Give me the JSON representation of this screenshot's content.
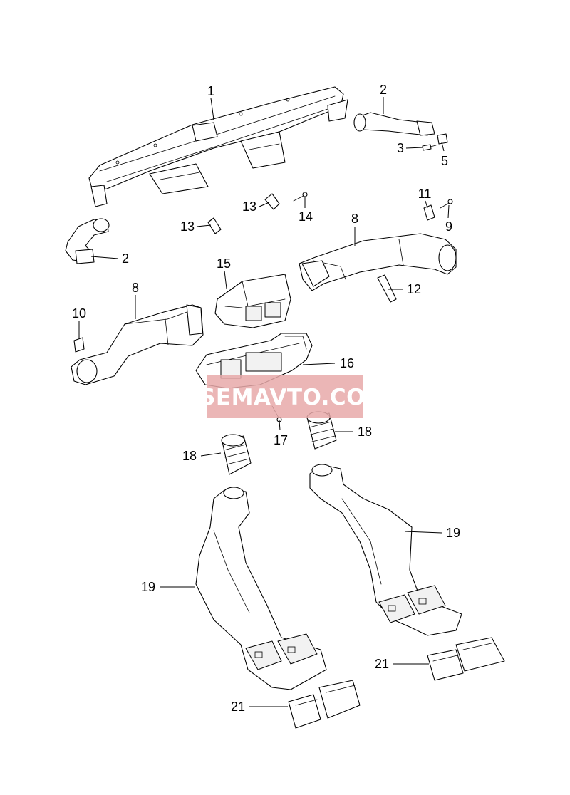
{
  "watermark": "VSEMAVTO.COM",
  "callouts": {
    "c1": "1",
    "c2a": "2",
    "c2b": "2",
    "c3": "3",
    "c5": "5",
    "c8a": "8",
    "c8b": "8",
    "c9": "9",
    "c10": "10",
    "c11": "11",
    "c12": "12",
    "c13a": "13",
    "c13b": "13",
    "c14": "14",
    "c15": "15",
    "c16": "16",
    "c17": "17",
    "c18a": "18",
    "c18b": "18",
    "c19a": "19",
    "c19b": "19",
    "c21a": "21",
    "c21b": "21"
  }
}
